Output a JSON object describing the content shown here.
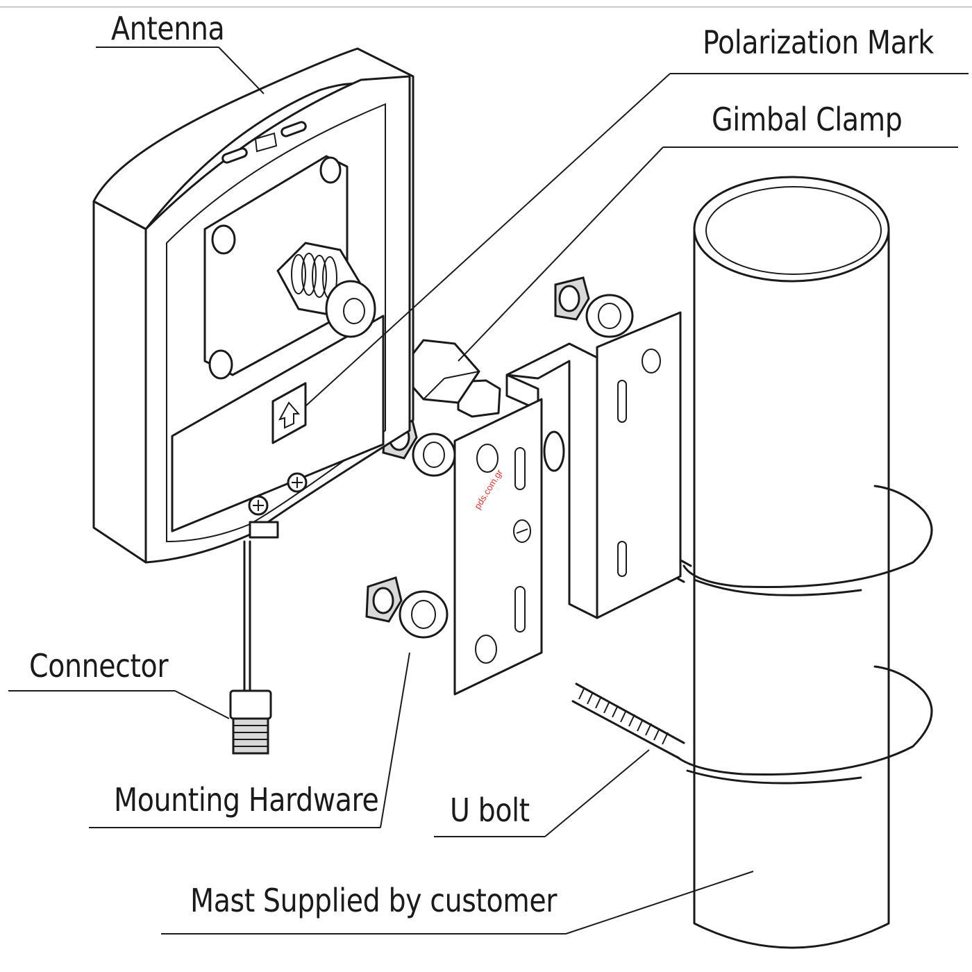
{
  "labels": {
    "antenna": "Antenna",
    "polarization_mark": "Polarization Mark",
    "gimbal_clamp": "Gimbal Clamp",
    "connector": "Connector",
    "mounting_hardware": "Mounting Hardware",
    "u_bolt": "U bolt",
    "mast": "Mast Supplied by customer"
  },
  "watermark": "pds.com.gr",
  "colors": {
    "line": "#1a1a1a",
    "background": "#ffffff",
    "watermark": "#e0342c"
  }
}
